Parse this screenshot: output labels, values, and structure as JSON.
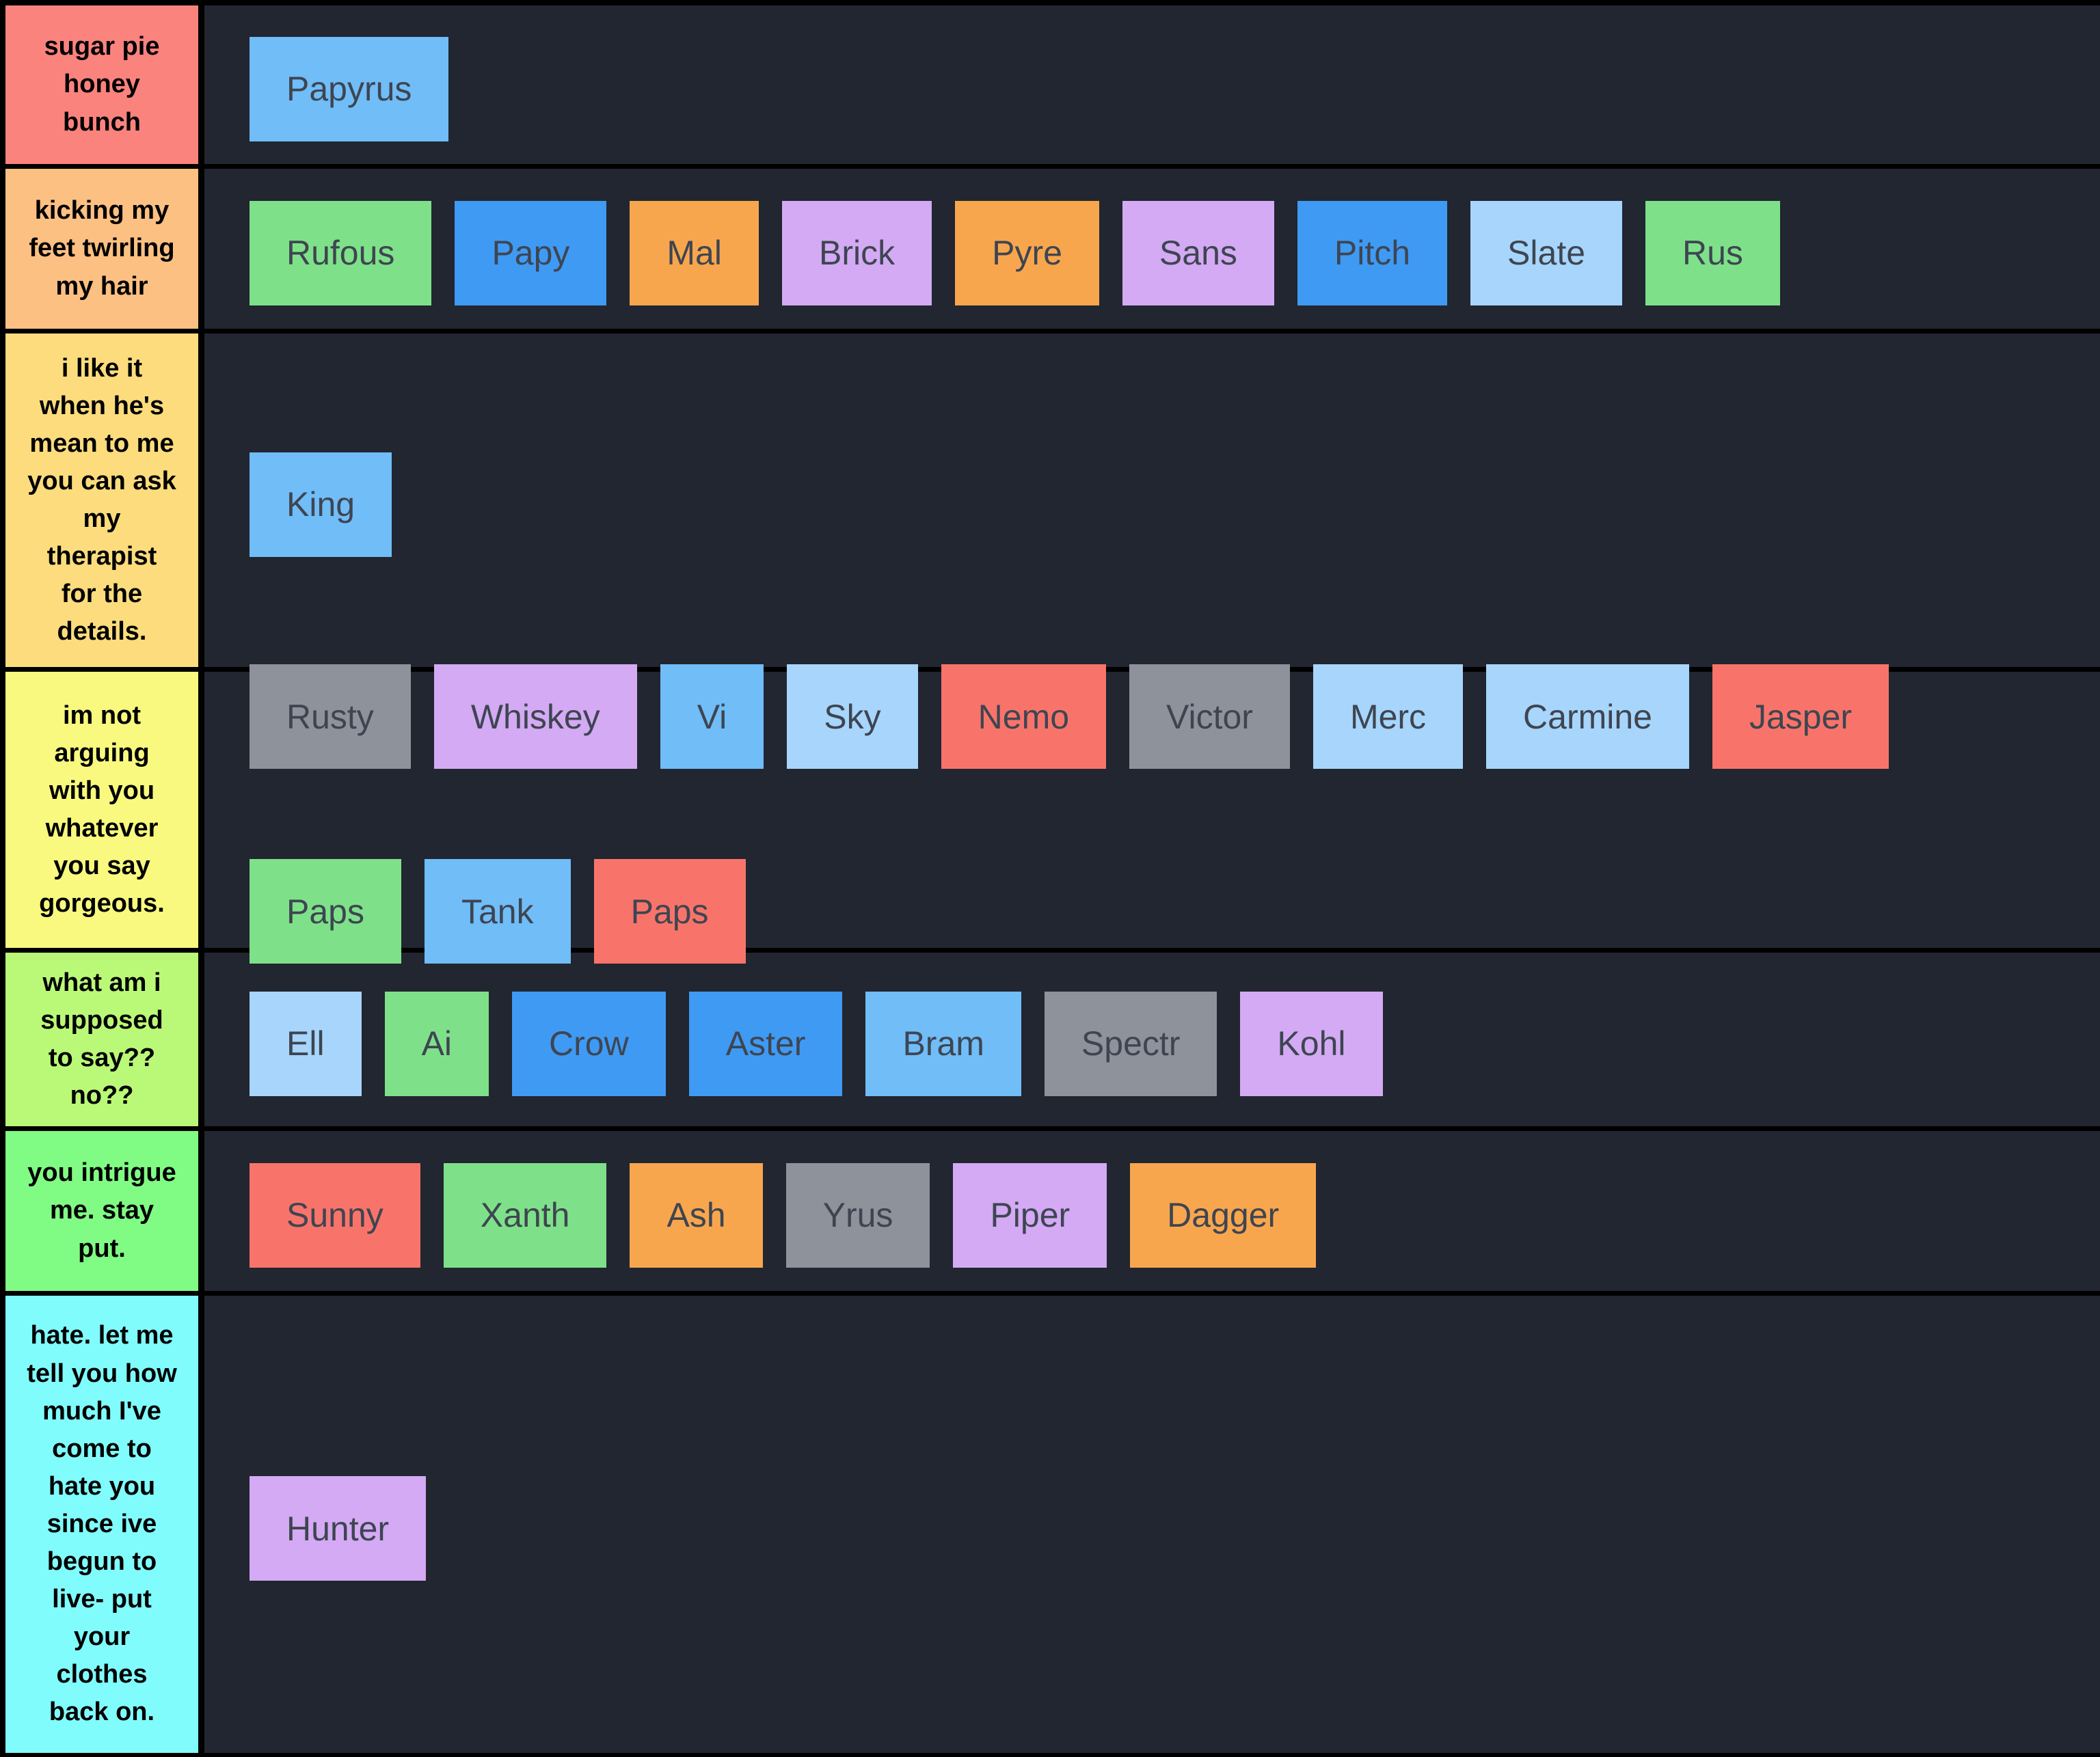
{
  "board": {
    "background": "#212630",
    "divider_color": "#000000",
    "item_text_color": "#3e4551"
  },
  "item_colors": {
    "blue": "#3f9af3",
    "light_blue": "#70bdf8",
    "pale_blue": "#a7d5fb",
    "green": "#7ee189",
    "orange": "#f8a64e",
    "purple": "#d3aaf3",
    "red": "#f8746a",
    "gray": "#8d929b"
  },
  "tiers": [
    {
      "color": "#fb837d",
      "label_lines": [
        "sugar pie",
        "honey",
        "bunch"
      ],
      "items": [
        {
          "name": "Papyrus",
          "color": "light_blue"
        }
      ]
    },
    {
      "color": "#fcc083",
      "label_lines": [
        "kicking my",
        "feet twirling",
        "my hair"
      ],
      "items": [
        {
          "name": "Rufous",
          "color": "green"
        },
        {
          "name": "Papy",
          "color": "blue"
        },
        {
          "name": "Mal",
          "color": "orange"
        },
        {
          "name": "Brick",
          "color": "purple"
        },
        {
          "name": "Pyre",
          "color": "orange"
        },
        {
          "name": "Sans",
          "color": "purple"
        },
        {
          "name": "Pitch",
          "color": "blue"
        },
        {
          "name": "Slate",
          "color": "pale_blue"
        },
        {
          "name": "Rus",
          "color": "green"
        }
      ]
    },
    {
      "color": "#fcdc7c",
      "label_lines": [
        "i like it",
        "when he's",
        "mean to me",
        "you can ask",
        "my",
        "therapist",
        "for the",
        "details."
      ],
      "items": [
        {
          "name": "King",
          "color": "light_blue"
        }
      ]
    },
    {
      "color": "#f8f97e",
      "label_lines": [
        "im not",
        "arguing",
        "with you",
        "whatever",
        "you say",
        "gorgeous."
      ],
      "items": [
        {
          "name": "Rusty",
          "color": "gray"
        },
        {
          "name": "Whiskey",
          "color": "purple"
        },
        {
          "name": "Vi",
          "color": "light_blue"
        },
        {
          "name": "Sky",
          "color": "pale_blue"
        },
        {
          "name": "Nemo",
          "color": "red"
        },
        {
          "name": "Victor",
          "color": "gray"
        },
        {
          "name": "Merc",
          "color": "pale_blue"
        },
        {
          "name": "Carmine",
          "color": "pale_blue"
        },
        {
          "name": "Jasper",
          "color": "red"
        },
        {
          "name": "Paps",
          "color": "green",
          "row_break": true
        },
        {
          "name": "Tank",
          "color": "light_blue"
        },
        {
          "name": "Paps",
          "color": "red"
        }
      ]
    },
    {
      "color": "#baf977",
      "label_lines": [
        "what am i",
        "supposed",
        "to say??",
        "no??"
      ],
      "items": [
        {
          "name": "Ell",
          "color": "pale_blue"
        },
        {
          "name": "Ai",
          "color": "green"
        },
        {
          "name": "Crow",
          "color": "blue"
        },
        {
          "name": "Aster",
          "color": "blue"
        },
        {
          "name": "Bram",
          "color": "light_blue"
        },
        {
          "name": "Spectr",
          "color": "gray"
        },
        {
          "name": "Kohl",
          "color": "purple"
        }
      ]
    },
    {
      "color": "#80fb83",
      "label_lines": [
        "you intrigue",
        "me. stay",
        "put."
      ],
      "items": [
        {
          "name": "Sunny",
          "color": "red"
        },
        {
          "name": "Xanth",
          "color": "green"
        },
        {
          "name": "Ash",
          "color": "orange"
        },
        {
          "name": "Yrus",
          "color": "gray"
        },
        {
          "name": "Piper",
          "color": "purple"
        },
        {
          "name": "Dagger",
          "color": "orange"
        }
      ]
    },
    {
      "color": "#80fcfc",
      "label_lines": [
        "hate. let me",
        "tell you how",
        "much I've",
        "come to",
        "hate you",
        "since ive",
        "begun to",
        "live- put",
        "your",
        "clothes",
        "back on."
      ],
      "items": [
        {
          "name": "Hunter",
          "color": "purple"
        }
      ]
    }
  ]
}
